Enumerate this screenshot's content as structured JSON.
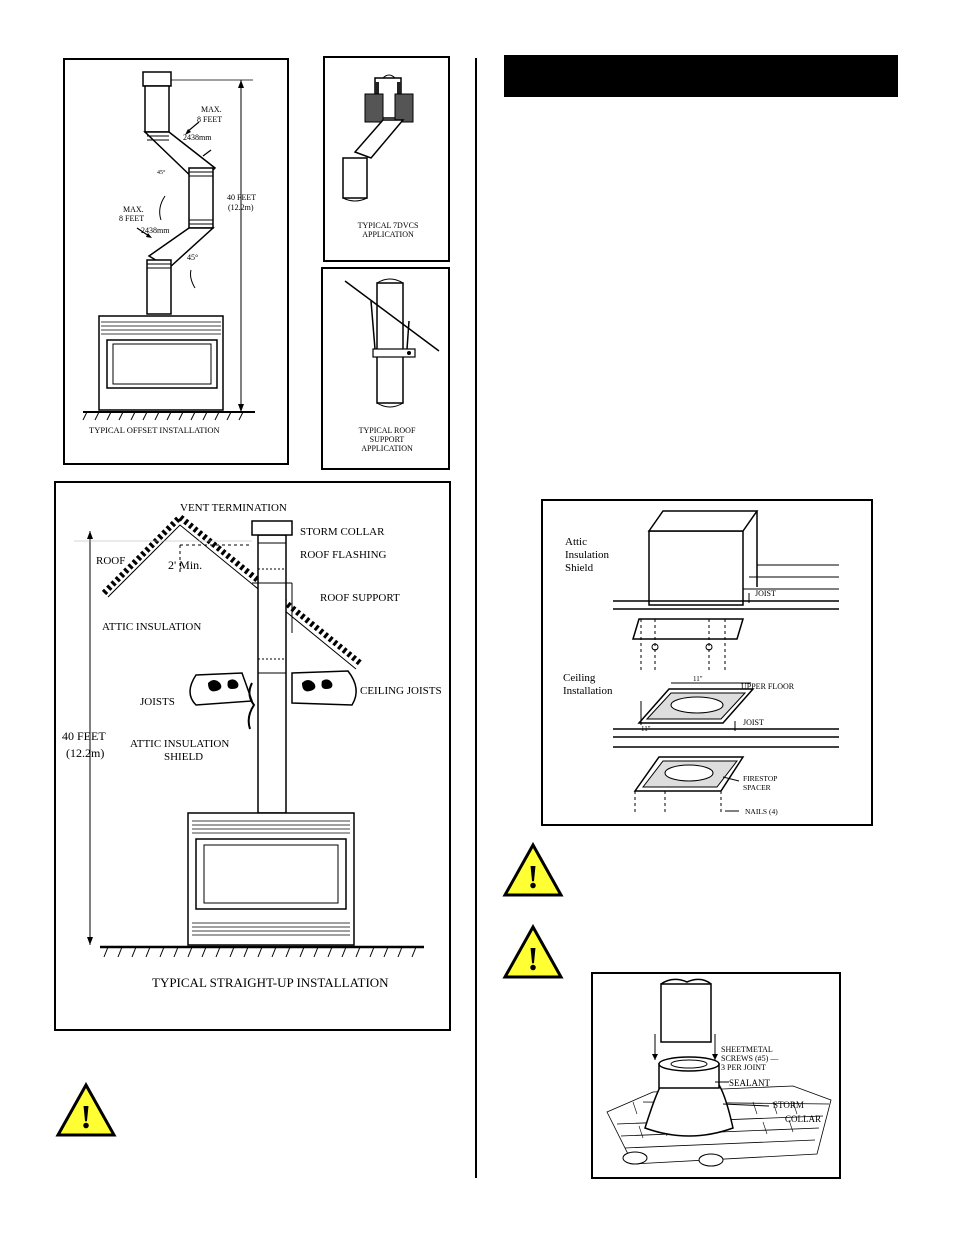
{
  "header": {
    "title": ""
  },
  "offset_panel": {
    "caption": "TYPICAL OFFSET INSTALLATION",
    "max1_a": "MAX.",
    "max1_b": "8 FEET",
    "max1_mm": "2438mm",
    "max2_a": "MAX.",
    "max2_b": "8 FEET",
    "max2_mm": "2438mm",
    "angle1": "45°",
    "angle2": "45°",
    "height_ft": "40 FEET",
    "height_m": "(12.2m)"
  },
  "dvcs_panel": {
    "caption_1": "TYPICAL 7DVCS",
    "caption_2": "APPLICATION"
  },
  "roof_support_panel": {
    "caption_1": "TYPICAL ROOF",
    "caption_2": "SUPPORT",
    "caption_3": "APPLICATION"
  },
  "straight_panel": {
    "caption": "TYPICAL STRAIGHT-UP INSTALLATION",
    "vent_termination": "VENT TERMINATION",
    "storm_collar": "STORM COLLAR",
    "roof_flashing": "ROOF FLASHING",
    "roof": "ROOF",
    "min": "2' Min.",
    "roof_support": "ROOF SUPPORT",
    "attic_insulation": "ATTIC INSULATION",
    "joists": "JOISTS",
    "ceiling_joists": "CEILING JOISTS",
    "attic_shield_1": "ATTIC INSULATION",
    "attic_shield_2": "SHIELD",
    "height_ft": "40 FEET",
    "height_m": "(12.2m)"
  },
  "ceiling_panel": {
    "attic_1": "Attic",
    "attic_2": "Insulation",
    "attic_3": "Shield",
    "joist_top": "JOIST",
    "ceiling_1": "Ceiling",
    "ceiling_2": "Installation",
    "dim_11a": "11\"",
    "dim_11b": "11\"",
    "upper_floor": "UPPER FLOOR",
    "joist_mid": "JOIST",
    "firestop_1": "FIRESTOP",
    "firestop_2": "SPACER",
    "nails": "NAILS (4)"
  },
  "collar_panel": {
    "screws_1": "SHEETMETAL",
    "screws_2": "SCREWS (#5) —",
    "screws_3": "3 PER JOINT",
    "sealant": "SEALANT",
    "storm": "STORM",
    "collar": "COLLAR"
  },
  "warning_icon": {
    "symbol": "!",
    "color": "#ffff33"
  },
  "warning_icon_2": {
    "symbol": "!"
  },
  "warning_icon_3": {
    "symbol": "!"
  }
}
